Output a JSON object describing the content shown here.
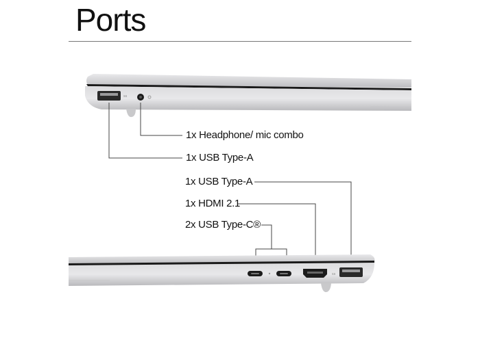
{
  "title": "Ports",
  "left_side": {
    "ports": [
      {
        "label": "1x Headphone/ mic combo"
      },
      {
        "label": "1x USB Type-A"
      }
    ]
  },
  "right_side": {
    "ports": [
      {
        "label": "1x USB Type-A"
      },
      {
        "label": "1x HDMI 2.1"
      },
      {
        "label": "2x USB Type-C®"
      }
    ]
  },
  "colors": {
    "text": "#111111",
    "leader_line": "#444444",
    "chassis": "#cfcfd1",
    "chassis_edge": "#1a1a1a"
  }
}
